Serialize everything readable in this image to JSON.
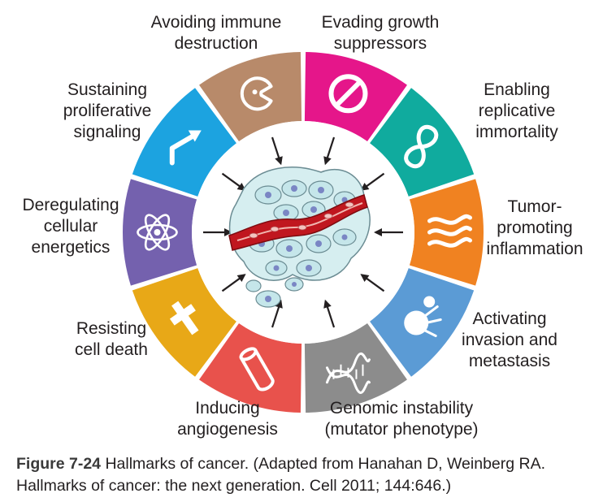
{
  "hallmarks": [
    {
      "key": "immune",
      "lines": [
        "Avoiding immune",
        "destruction"
      ],
      "color": "#b88a6a",
      "icon": "pacman-cell-icon"
    },
    {
      "key": "growth",
      "lines": [
        "Evading growth",
        "suppressors"
      ],
      "color": "#e5168a",
      "icon": "prohibited-icon"
    },
    {
      "key": "immortal",
      "lines": [
        "Enabling",
        "replicative",
        "immortality"
      ],
      "color": "#10ab9e",
      "icon": "infinity-icon"
    },
    {
      "key": "inflammation",
      "lines": [
        "Tumor-",
        "promoting",
        "inflammation"
      ],
      "color": "#f08221",
      "icon": "flame-waves-icon"
    },
    {
      "key": "invasion",
      "lines": [
        "Activating",
        "invasion and",
        "metastasis"
      ],
      "color": "#5b9bd5",
      "icon": "invading-cell-icon"
    },
    {
      "key": "genomic",
      "lines": [
        "Genomic instability",
        "(mutator phenotype)"
      ],
      "color": "#8c8c8c",
      "icon": "dna-helix-icon"
    },
    {
      "key": "angio",
      "lines": [
        "Inducing",
        "angiogenesis"
      ],
      "color": "#e8524c",
      "icon": "blood-vessel-icon"
    },
    {
      "key": "death",
      "lines": [
        "Resisting",
        "cell death"
      ],
      "color": "#e8a817",
      "icon": "cross-icon"
    },
    {
      "key": "energetics",
      "lines": [
        "Deregulating",
        "cellular",
        "energetics"
      ],
      "color": "#7461ae",
      "icon": "atom-icon"
    },
    {
      "key": "prolif",
      "lines": [
        "Sustaining",
        "proliferative",
        "signaling"
      ],
      "color": "#1ca3e0",
      "icon": "signal-arrow-icon"
    }
  ],
  "caption": {
    "figure_label": "Figure 7-24",
    "text": "Hallmarks of cancer. (Adapted from Hanahan D, Weinberg RA. Hallmarks of cancer: the next generation. Cell 2011; 144:646.)"
  }
}
